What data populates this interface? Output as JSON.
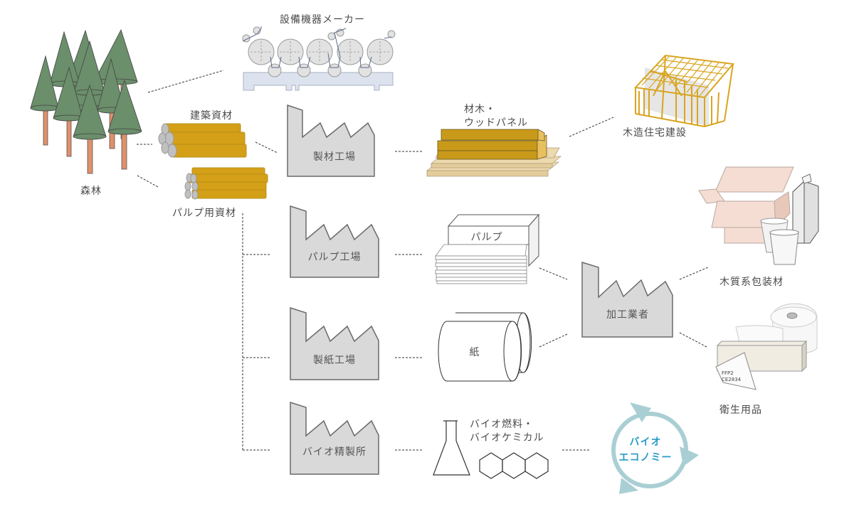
{
  "title": "森林資源のバリューチェーン",
  "nodes": {
    "forest": {
      "label": "森林",
      "icon": "forest-icon"
    },
    "equipment_maker": {
      "label": "設備機器メーカー",
      "icon": "paper-machine-icon"
    },
    "construction_materials": {
      "label": "建築資材",
      "icon": "log-stack-icon"
    },
    "pulp_materials": {
      "label": "パルプ用資材",
      "icon": "log-stack-icon"
    },
    "sawmill": {
      "label": "製材工場",
      "icon": "factory-icon"
    },
    "lumber": {
      "label_line1": "材木・",
      "label_line2": "ウッドパネル",
      "icon": "lumber-stack-icon"
    },
    "wooden_house": {
      "label": "木造住宅建設",
      "icon": "house-frame-icon"
    },
    "pulp_mill": {
      "label": "パルプ工場",
      "icon": "factory-icon"
    },
    "pulp_product": {
      "label": "パルプ",
      "icon": "pulp-bale-icon"
    },
    "paper_mill": {
      "label": "製紙工場",
      "icon": "factory-icon"
    },
    "paper_product": {
      "label": "紙",
      "icon": "paper-roll-icon"
    },
    "converter": {
      "label": "加工業者",
      "icon": "factory-icon"
    },
    "packaging": {
      "label": "木質系包装材",
      "icon": "packaging-icon"
    },
    "hygiene": {
      "label": "衛生用品",
      "icon": "hygiene-products-icon"
    },
    "hygiene_mask_text": {
      "line1": "FFP2",
      "line2": "CE2834"
    },
    "biorefinery": {
      "label": "バイオ精製所",
      "icon": "factory-icon"
    },
    "biofuel": {
      "label_line1": "バイオ燃料・",
      "label_line2": "バイオケミカル",
      "icon": "flask-icon"
    },
    "bioeconomy": {
      "label_line1": "バイオ",
      "label_line2": "エコノミー",
      "icon": "cycle-arrows-icon"
    }
  },
  "colors": {
    "tree_green": "#6b8e6b",
    "trunk": "#e0906a",
    "log_gold": "#d4a017",
    "factory_gray": "#d9d9d9",
    "house_gold": "#d9a520",
    "bio_blue": "#2a9bc7",
    "cycle_teal": "#a9cfd4",
    "box_pink": "#f5ddd3"
  }
}
